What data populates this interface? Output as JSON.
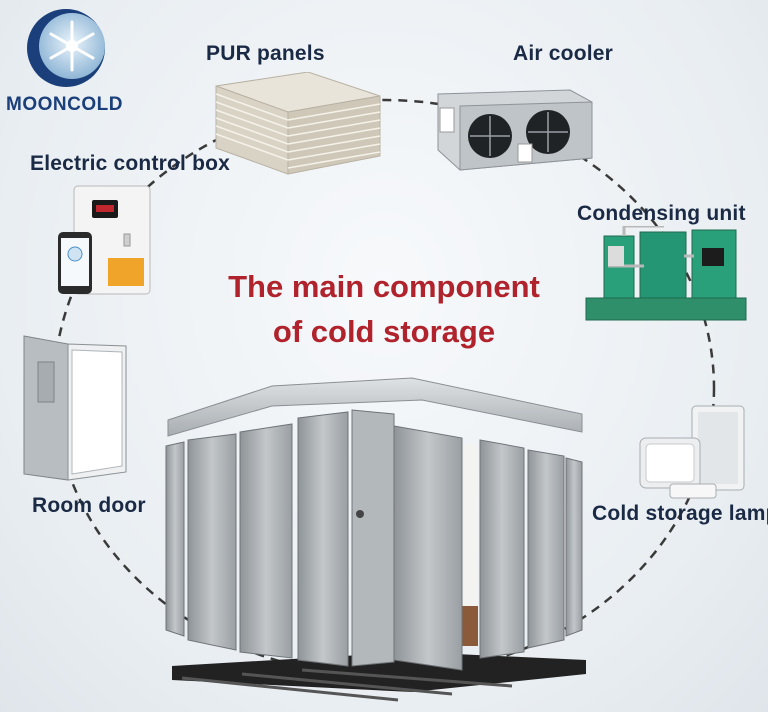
{
  "brand": {
    "name": "MOONCOLD"
  },
  "title": {
    "line1": "The main component",
    "line2": "of cold storage"
  },
  "components": {
    "pur_panels": "PUR panels",
    "air_cooler": "Air cooler",
    "electric_control_box": "Electric control box",
    "condensing_unit": "Condensing unit",
    "room_door": "Room door",
    "cold_storage_lamp": "Cold storage lamp"
  },
  "colors": {
    "title": "#b1232c",
    "label": "#1b2a44",
    "brand": "#1a3f7a"
  },
  "icons": [
    "moon-snowflake-logo-icon",
    "pur-panels-image",
    "air-cooler-image",
    "electric-control-box-image",
    "condensing-unit-image",
    "room-door-image",
    "cold-storage-lamp-image",
    "cold-room-image"
  ]
}
